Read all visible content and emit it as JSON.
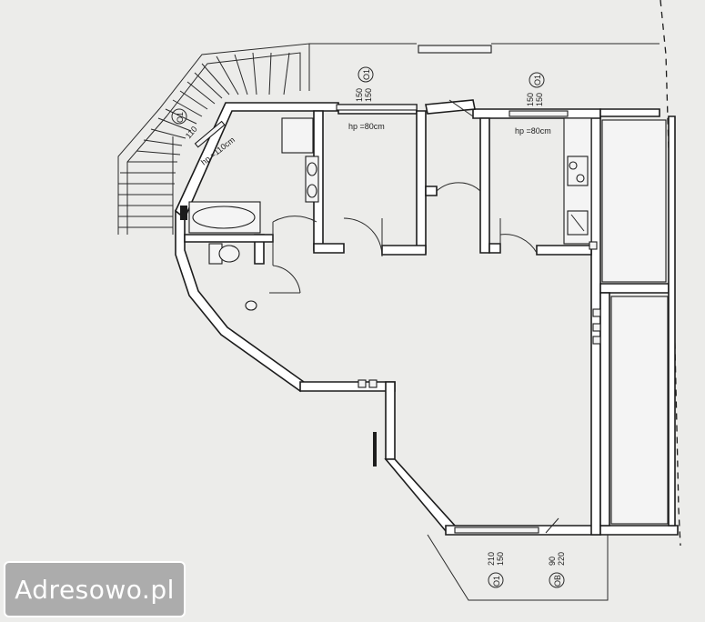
{
  "plan": {
    "labels": {
      "window_code_1": "O1",
      "window_code_2": "O1",
      "window_code_3": "O1",
      "door_code": "OB",
      "stair_code": "110",
      "dim_150": "150",
      "dim_210": "210",
      "dim_90": "90",
      "dim_220": "220",
      "hp_80_left": "hp =80cm",
      "hp_80_right": "hp =80cm",
      "hp_110": "hp =110cm"
    }
  },
  "watermark": {
    "text": "Adresowo.pl"
  }
}
